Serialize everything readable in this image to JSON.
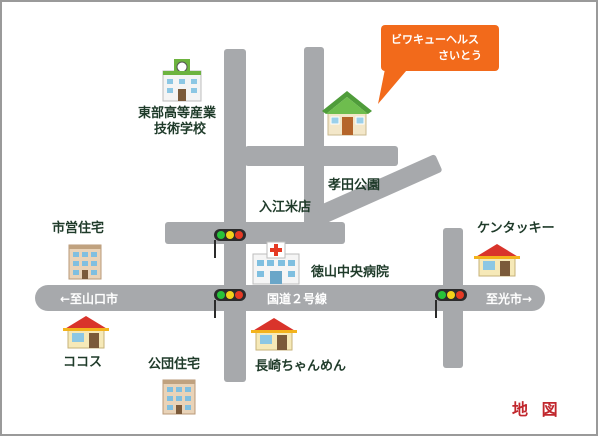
{
  "callout": {
    "line1": "ビワキューヘルス",
    "line2": "さいとう"
  },
  "landmarks": {
    "tobu_school_line1": "東部高等産業",
    "tobu_school_line2": "技術学校",
    "takada_park": "孝田公園",
    "irie_rice_shop": "入江米店",
    "city_housing": "市営住宅",
    "kentucky": "ケンタッキー",
    "tokuyama_hospital": "徳山中央病院",
    "coco": "ココス",
    "public_housing": "公団住宅",
    "nagasaki_chanmen": "長崎ちゃんめん"
  },
  "roads": {
    "route2": "国道２号線",
    "to_yamaguchi": "←至山口市",
    "to_hikari": "至光市→"
  },
  "map_title": "地 図",
  "colors": {
    "road": "#a7a9ac",
    "callout": "#f26a1b",
    "title": "#c1272d",
    "label": "#1f3b2a"
  }
}
